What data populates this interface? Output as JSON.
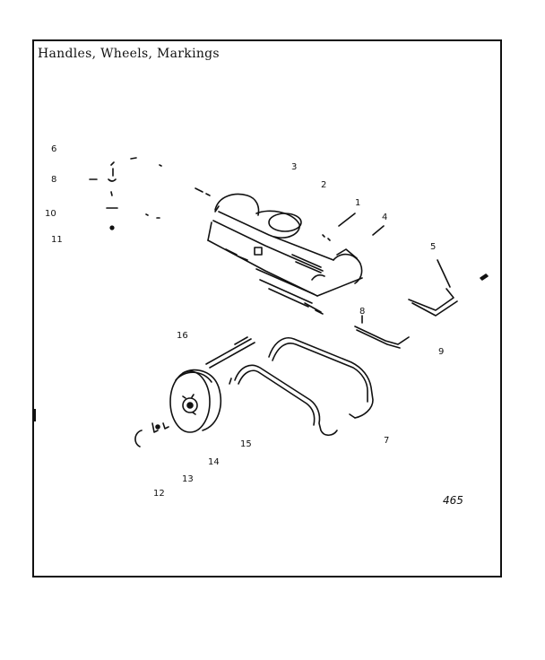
{
  "diagram": {
    "title": "Handles, Wheels, Markings",
    "figure_number": "465",
    "callouts": [
      {
        "id": "c6",
        "label": "6"
      },
      {
        "id": "c8a",
        "label": "8"
      },
      {
        "id": "c10",
        "label": "10"
      },
      {
        "id": "c11",
        "label": "11"
      },
      {
        "id": "c3",
        "label": "3"
      },
      {
        "id": "c2",
        "label": "2"
      },
      {
        "id": "c1",
        "label": "1"
      },
      {
        "id": "c4",
        "label": "4"
      },
      {
        "id": "c5",
        "label": "5"
      },
      {
        "id": "c8b",
        "label": "8"
      },
      {
        "id": "c9",
        "label": "9"
      },
      {
        "id": "c16",
        "label": "16"
      },
      {
        "id": "c7",
        "label": "7"
      },
      {
        "id": "c15",
        "label": "15"
      },
      {
        "id": "c14",
        "label": "14"
      },
      {
        "id": "c13",
        "label": "13"
      },
      {
        "id": "c12",
        "label": "12"
      }
    ]
  }
}
